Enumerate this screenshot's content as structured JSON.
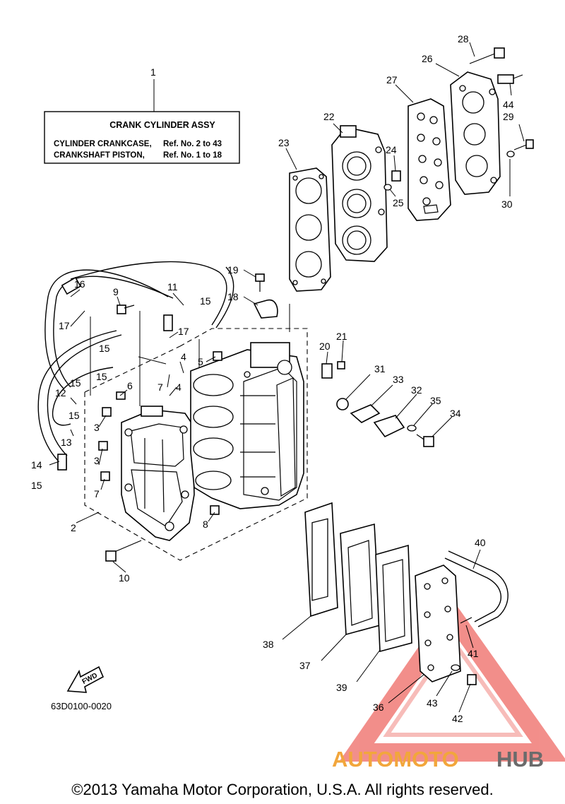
{
  "title_box": {
    "line1": "CRANK  CYLINDER ASSY",
    "line2_left": "CYLINDER CRANKCASE,",
    "line2_right": "Ref. No. 2 to 43",
    "line3_left": "CRANKSHAFT PISTON,",
    "line3_right": "Ref. No. 1 to 18"
  },
  "callouts": [
    "1",
    "2",
    "3",
    "3",
    "4",
    "4",
    "5",
    "6",
    "7",
    "7",
    "8",
    "9",
    "10",
    "11",
    "12",
    "13",
    "14",
    "15",
    "15",
    "15",
    "15",
    "15",
    "15",
    "15",
    "16",
    "17",
    "17",
    "18",
    "19",
    "20",
    "21",
    "22",
    "23",
    "24",
    "25",
    "26",
    "27",
    "28",
    "29",
    "30",
    "31",
    "32",
    "33",
    "34",
    "35",
    "36",
    "37",
    "38",
    "39",
    "40",
    "41",
    "42",
    "43",
    "44"
  ],
  "fwd_label": "FWD",
  "diagram_code": "63D0100-0020",
  "copyright": "©2013 Yamaha Motor Corporation, U.S.A. All rights reserved.",
  "watermark": {
    "part1": "AUTOMOTO",
    "part2": "HUB",
    "color_primary": "#f2a63c",
    "color_secondary": "#6b6b6b",
    "triangle_color": "#e8332c"
  }
}
